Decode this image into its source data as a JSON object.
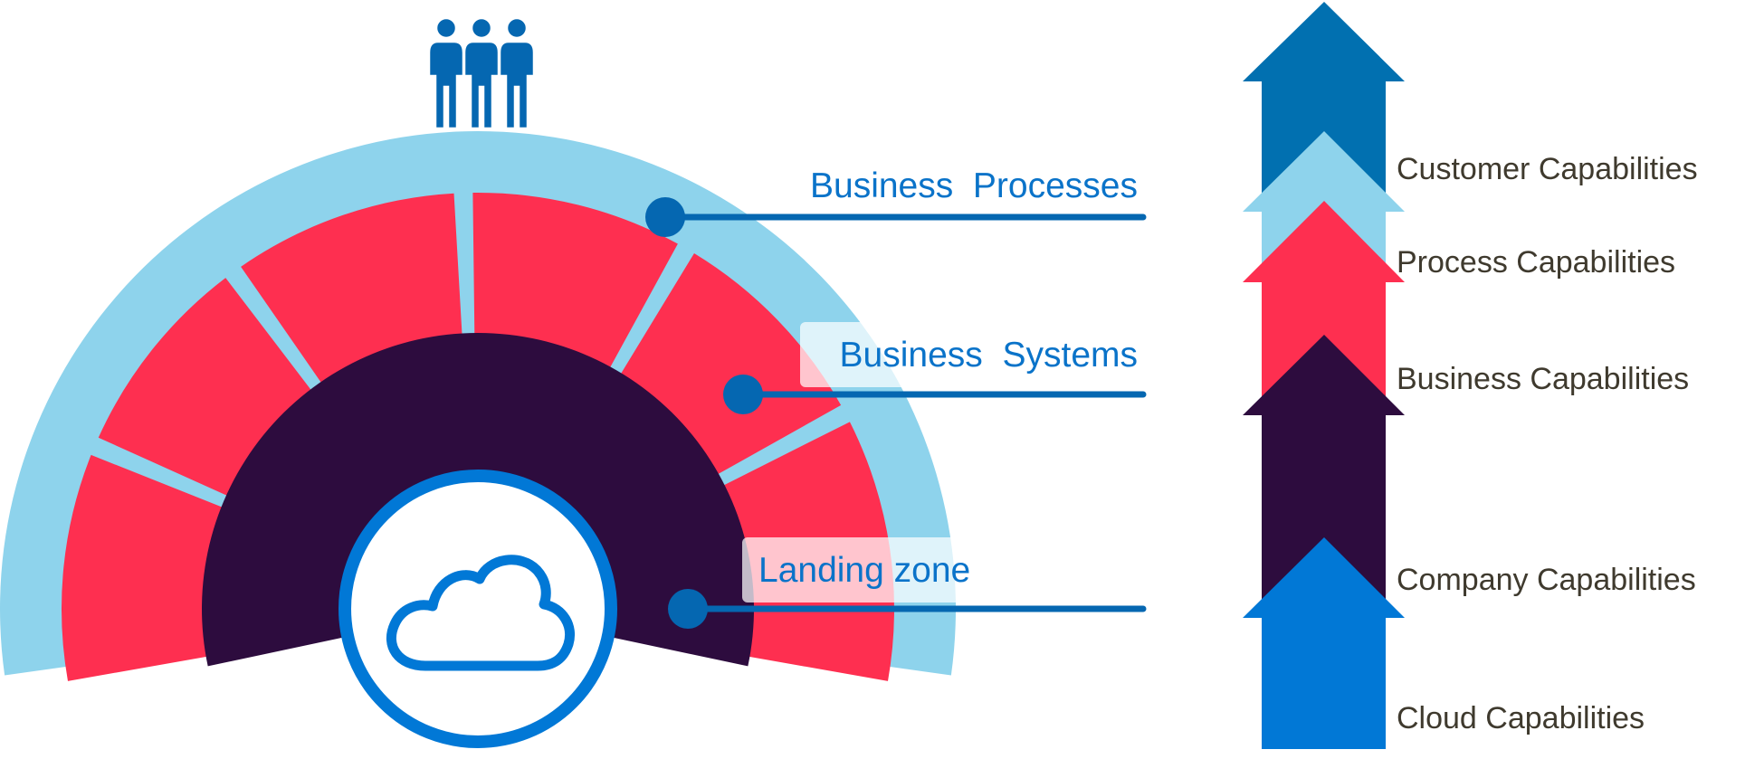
{
  "colors": {
    "outer_ring": "#8ED3EC",
    "segment_red": "#FE2F50",
    "inner_dark": "#2D0C3E",
    "cloud_blue": "#0178D6",
    "callout_blue": "#0567B1",
    "callout_text": "#0A73C9",
    "arrow_top": "#0170B0",
    "arrow_light": "#8ED3EC",
    "arrow_red": "#FE2F50",
    "arrow_dark": "#2D0C3E",
    "arrow_bottom": "#0178D6",
    "label_text": "#3F3A2E",
    "people": "#0567B1"
  },
  "icons": {
    "people": "people-group-icon",
    "cloud": "cloud-icon"
  },
  "callouts": [
    {
      "id": "business-processes",
      "label": "Business  Processes"
    },
    {
      "id": "business-systems",
      "label": "Business  Systems"
    },
    {
      "id": "landing-zone",
      "label": "Landing zone"
    }
  ],
  "capabilities": [
    {
      "id": "customer",
      "label": "Customer Capabilities"
    },
    {
      "id": "process",
      "label": "Process Capabilities"
    },
    {
      "id": "business",
      "label": "Business Capabilities"
    },
    {
      "id": "company",
      "label": "Company Capabilities"
    },
    {
      "id": "cloud",
      "label": "Cloud Capabilities"
    }
  ]
}
